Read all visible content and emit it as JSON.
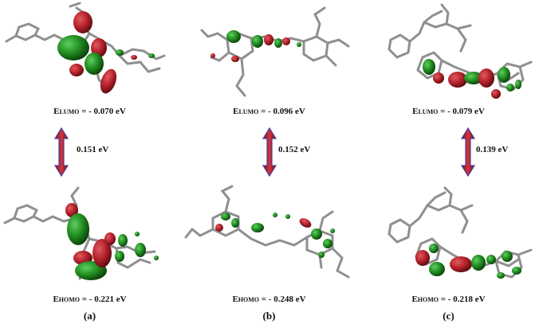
{
  "panels": [
    {
      "label": "(a)",
      "lumo": {
        "sym": "E",
        "sub": "LUMO",
        "value": "= - 0.070 eV"
      },
      "homo": {
        "sym": "E",
        "sub": "HOMO",
        "value": "= - 0.221 eV"
      },
      "gap": "0.151 eV"
    },
    {
      "label": "(b)",
      "lumo": {
        "sym": "E",
        "sub": "LUMO",
        "value": "= - 0.096 eV"
      },
      "homo": {
        "sym": "E",
        "sub": "HOMO",
        "value": "= - 0.248 eV"
      },
      "gap": "0.152 eV"
    },
    {
      "label": "(c)",
      "lumo": {
        "sym": "E",
        "sub": "LUMO",
        "value": "= - 0.079 eV"
      },
      "homo": {
        "sym": "E",
        "sub": "HOMO",
        "value": "= - 0.218 eV"
      },
      "gap": "0.139 eV"
    }
  ],
  "colors": {
    "positive_lobe": "#c0272d",
    "negative_lobe": "#1f8a1f",
    "bond": "#8a8a8a",
    "arrow_fill": "#b3202a",
    "arrow_edge": "#4a3f9a"
  }
}
